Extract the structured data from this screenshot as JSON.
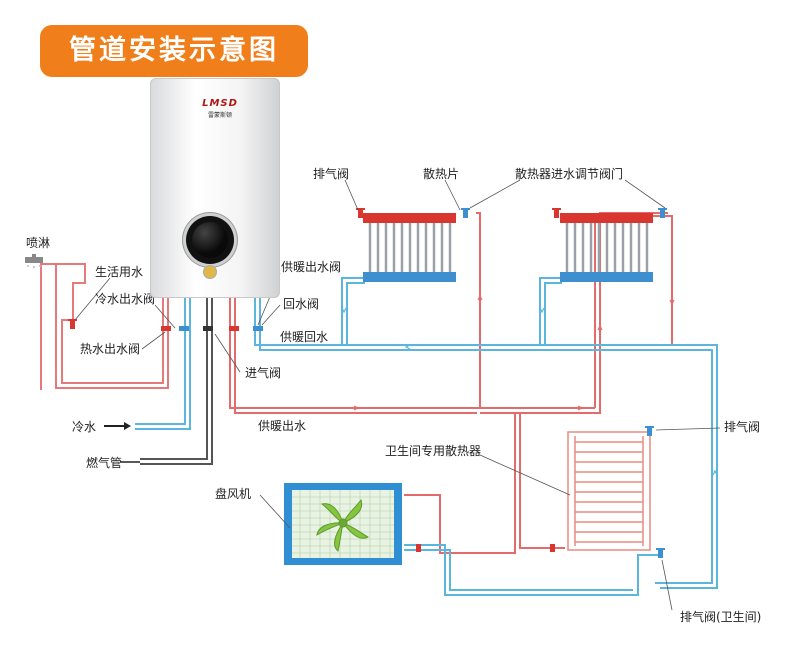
{
  "title": "管道安装示意图",
  "boiler": {
    "brand": "LMSD",
    "brand_sub": "雷蒙斯顿"
  },
  "labels": {
    "shower": "喷淋",
    "domestic_water": "生活用水",
    "cold_water_outlet_valve": "冷水出水阀",
    "hot_water_outlet_valve": "热水出水阀",
    "cold_water": "冷水",
    "gas_pipe": "燃气管",
    "air_vent_valve": "排气阀",
    "radiator": "散热片",
    "radiator_inlet_valve": "散热器进水调节阀门",
    "heating_outlet_valve": "供暖出水阀",
    "return_valve": "回水阀",
    "heating_return": "供暖回水",
    "gas_inlet_valve": "进气阀",
    "heating_outlet": "供暖出水",
    "bathroom_radiator": "卫生间专用散热器",
    "air_vent_valve_right": "排气阀",
    "fan_coil": "盘风机",
    "air_vent_valve_bathroom": "排气阀(卫生间)"
  },
  "colors": {
    "accent": "#ef7e1b",
    "hot_pipe": "#e36b6b",
    "cold_pipe": "#5bb5dc",
    "gas_pipe": "#555555",
    "radiator_top": "#d9362f",
    "radiator_bottom": "#3e8fd0",
    "fan_coil": "#2f8fd2",
    "fan_blade": "#86c540"
  }
}
